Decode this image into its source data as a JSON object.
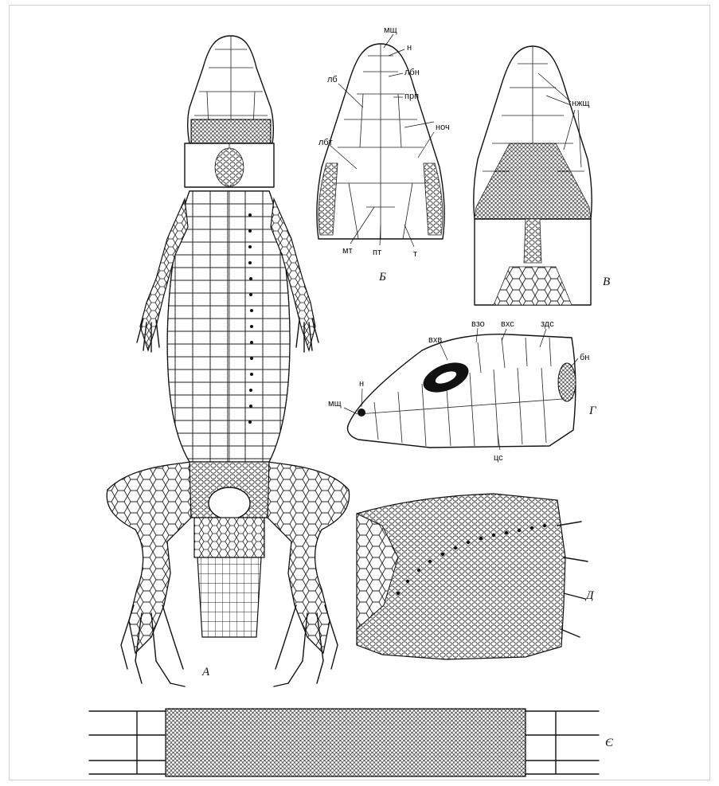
{
  "panels": {
    "a": "А",
    "b": "Б",
    "v": "В",
    "g": "Г",
    "d": "Д",
    "ye": "Є"
  },
  "labels_b": {
    "mshch": "мщ",
    "n": "н",
    "lbn": "лбн",
    "prp": "прп",
    "lb": "лб",
    "noch": "ноч",
    "lbt": "лбт",
    "mt": "мт",
    "pt": "пт",
    "t": "т"
  },
  "labels_v": {
    "nzhshch": "нжщ"
  },
  "labels_g": {
    "vkhv": "вхв",
    "vzo": "взо",
    "vkhs": "вхс",
    "zds": "здс",
    "bn": "бн",
    "n": "н",
    "mshch": "мщ",
    "ts": "цс"
  }
}
